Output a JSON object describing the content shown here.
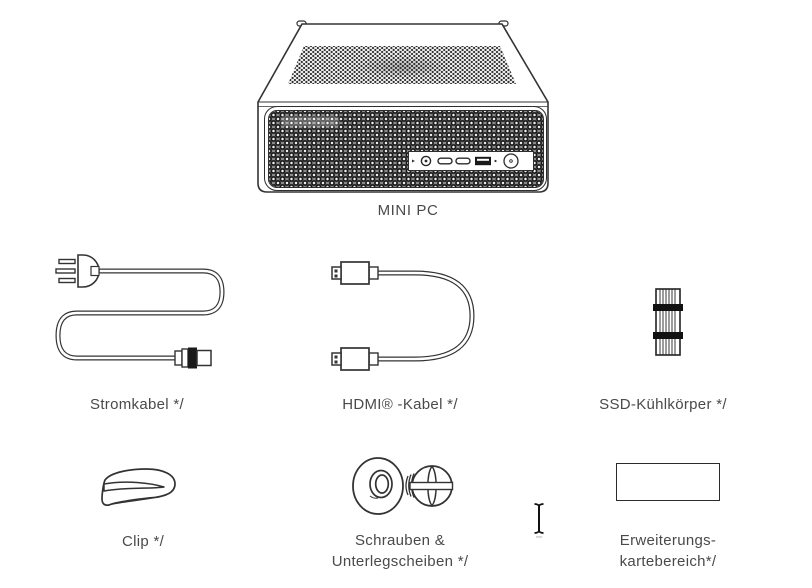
{
  "device": {
    "label": "MINI PC"
  },
  "items": {
    "power_cable": {
      "label": "Stromkabel */"
    },
    "hdmi_cable": {
      "label": "HDMI® -Kabel */"
    },
    "ssd_heatsink": {
      "label": "SSD-Kühlkörper */"
    },
    "clip": {
      "label": "Clip */"
    },
    "screws": {
      "line1": "Schrauben &",
      "line2": "Unterlegscheiben */"
    },
    "expansion": {
      "line1": "Erweiterungs-",
      "line2": "kartebereich*/"
    }
  },
  "cursor": {
    "type": "text-ibeam"
  },
  "colors": {
    "background": "#ffffff",
    "line_art": "#333333",
    "text": "#4a4a4a",
    "panel_dark": "#1a1a1a"
  }
}
